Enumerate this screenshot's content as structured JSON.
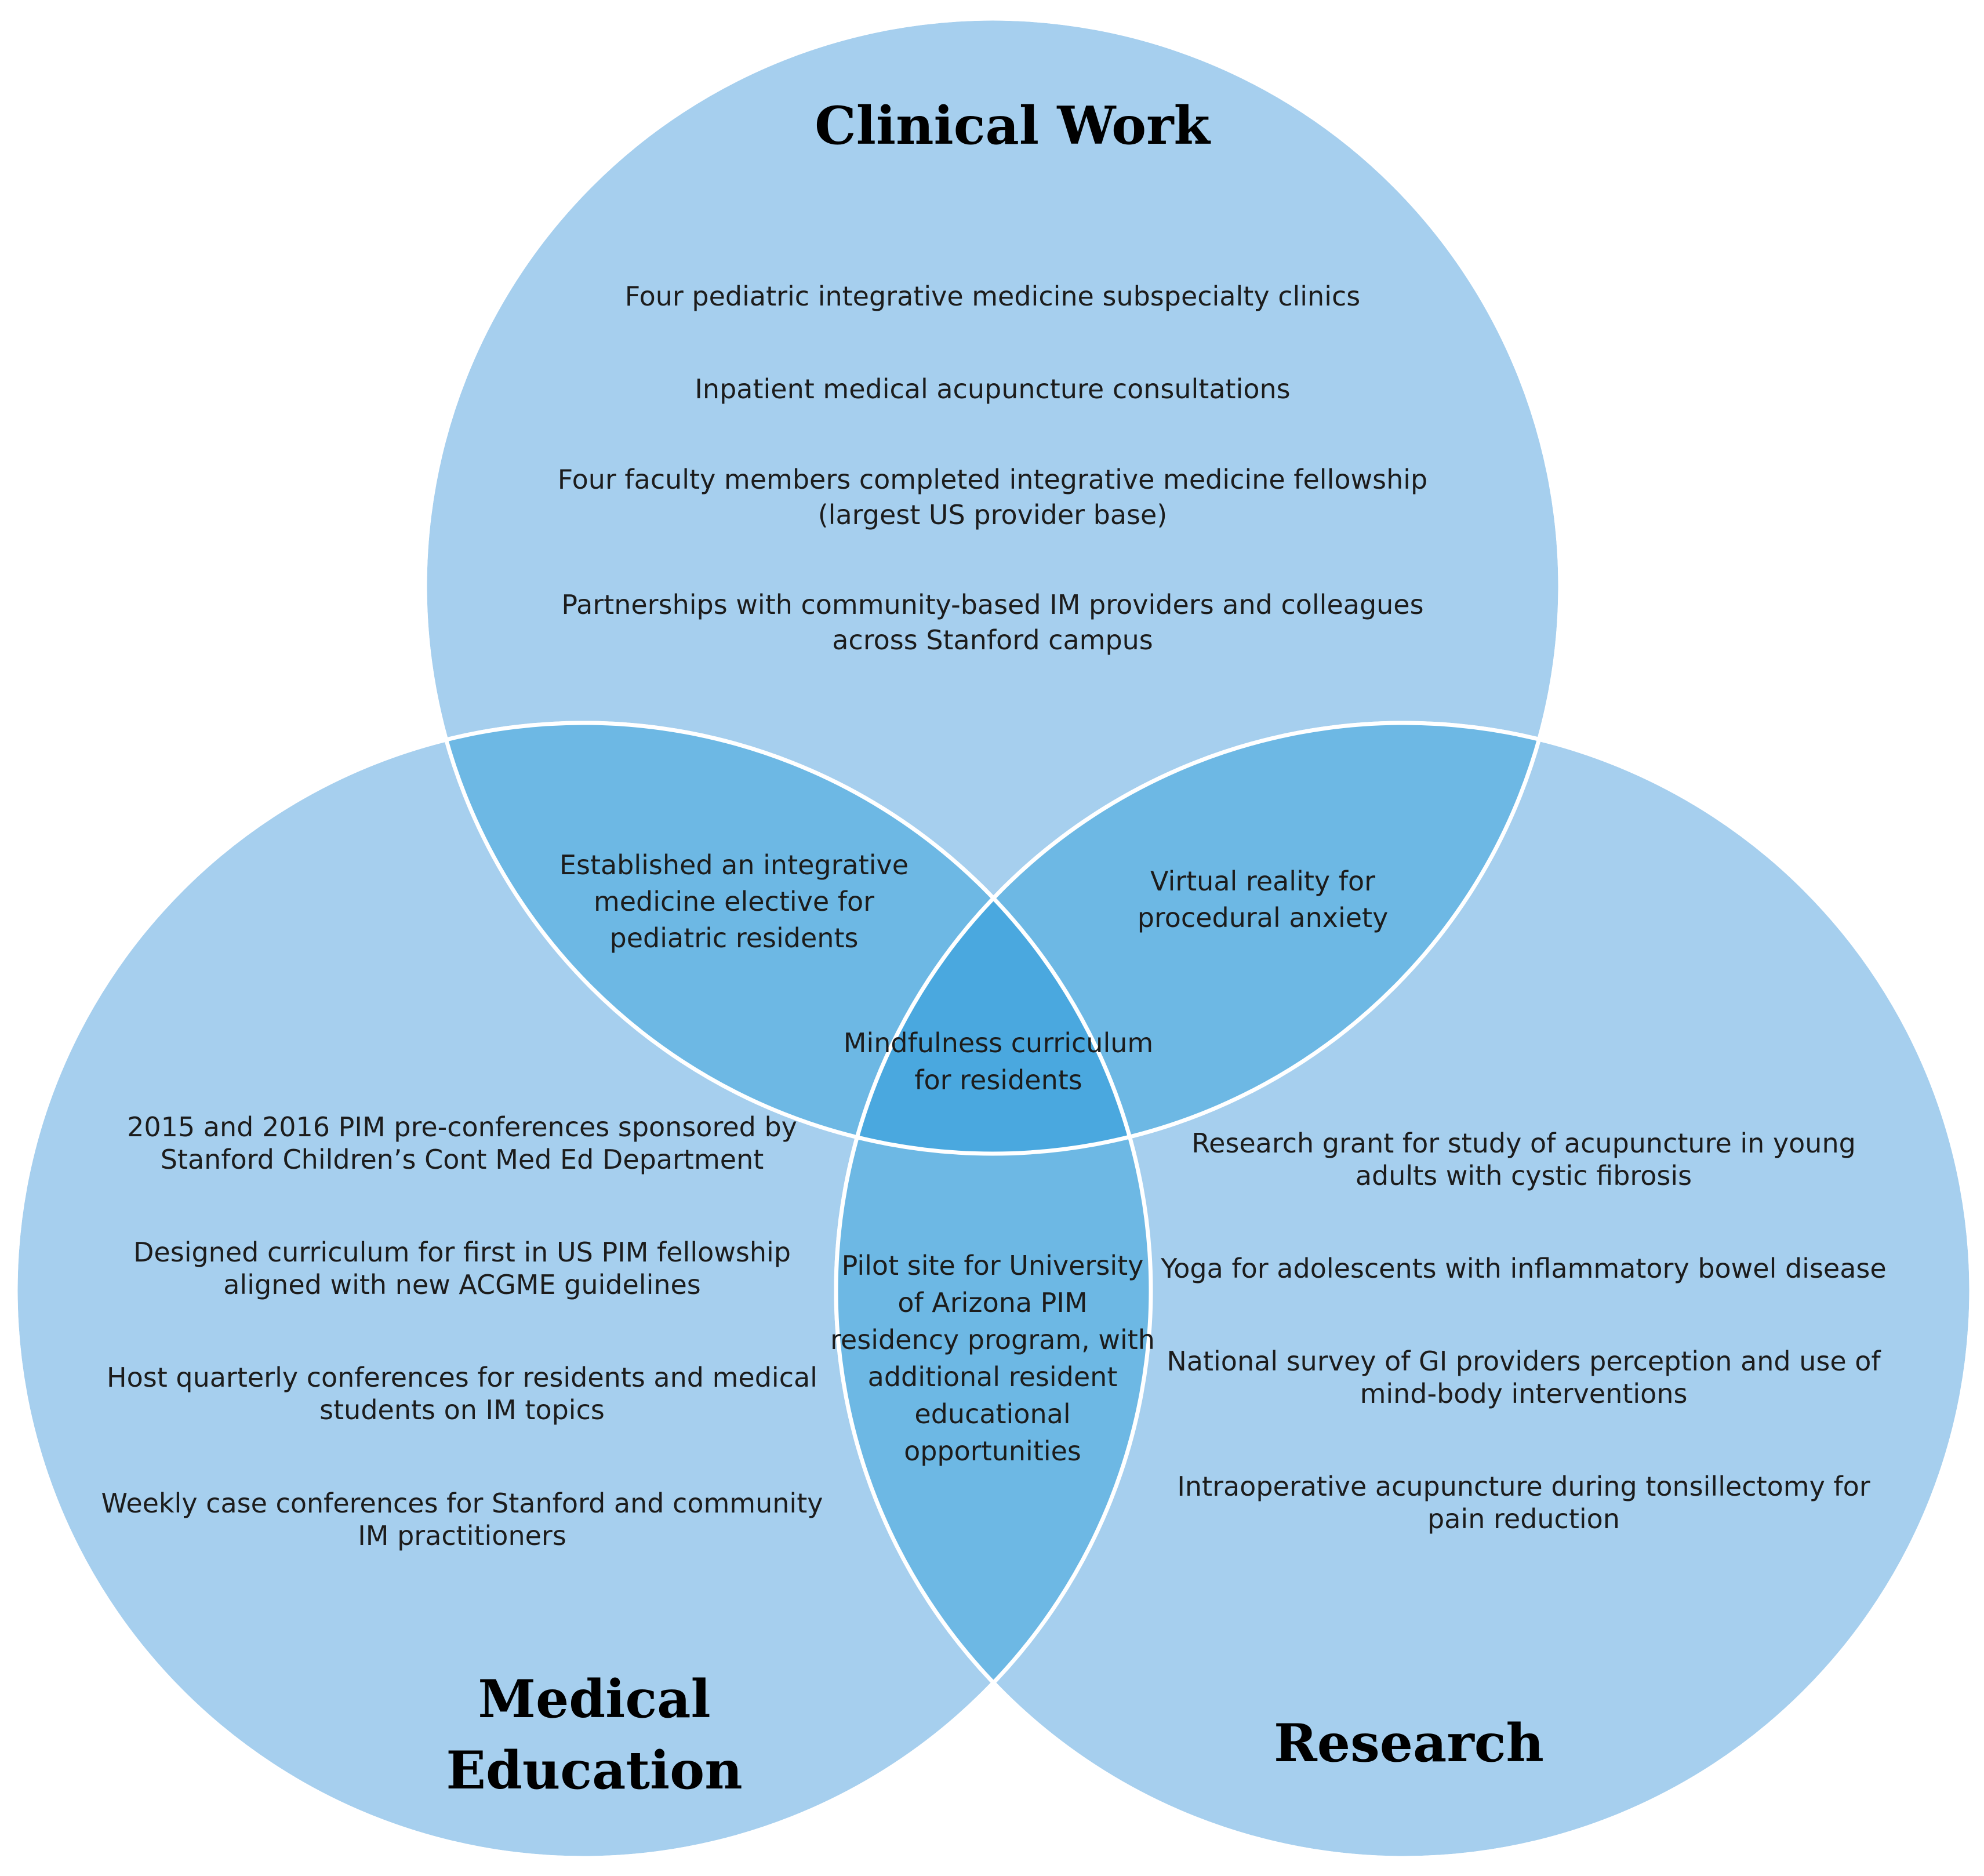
{
  "colors": {
    "single_region": "#a6cfee",
    "pair_overlap": "#6db8e4",
    "triple_overlap": "#4aa8df",
    "circle_outline": "#ffffff",
    "text": "#000000"
  },
  "circles": {
    "clinical": {
      "title": "Clinical Work"
    },
    "education": {
      "title_line1": "Medical",
      "title_line2": "Education"
    },
    "research": {
      "title": "Research"
    }
  },
  "clinical_items": [
    {
      "lines": [
        "Four pediatric integrative medicine subspecialty clinics"
      ]
    },
    {
      "lines": [
        "Inpatient medical acupuncture consultations"
      ]
    },
    {
      "lines": [
        "Four faculty members completed integrative medicine fellowship",
        "(largest US provider base)"
      ]
    },
    {
      "lines": [
        "Partnerships with community-based IM providers and colleagues",
        "across Stanford campus"
      ]
    }
  ],
  "education_items": [
    {
      "lines": [
        "2015 and 2016 PIM pre-conferences sponsored by",
        "Stanford Children’s Cont Med Ed Department"
      ]
    },
    {
      "lines": [
        "Designed curriculum for first in US PIM fellowship",
        "aligned with new ACGME guidelines"
      ]
    },
    {
      "lines": [
        "Host quarterly conferences for residents and medical",
        "students on IM topics"
      ]
    },
    {
      "lines": [
        "Weekly case conferences for Stanford and community",
        "IM practitioners"
      ]
    }
  ],
  "research_items": [
    {
      "lines": [
        "Research grant for study of acupuncture in young",
        "adults with cystic fibrosis"
      ]
    },
    {
      "lines": [
        "Yoga for adolescents with inflammatory bowel disease"
      ]
    },
    {
      "lines": [
        "National survey of GI providers perception and use of",
        "mind-body interventions"
      ]
    },
    {
      "lines": [
        "Intraoperative acupuncture during tonsillectomy for",
        "pain reduction"
      ]
    }
  ],
  "overlaps": {
    "clinical_education": [
      "Established an integrative",
      "medicine elective for",
      "pediatric residents"
    ],
    "clinical_research": [
      "Virtual reality for",
      "procedural anxiety"
    ],
    "education_research": [
      "Pilot site for University",
      "of Arizona PIM",
      "residency program, with",
      "additional resident",
      "educational",
      "opportunities"
    ],
    "all_three": [
      "Mindfulness curriculum",
      "for residents"
    ]
  }
}
